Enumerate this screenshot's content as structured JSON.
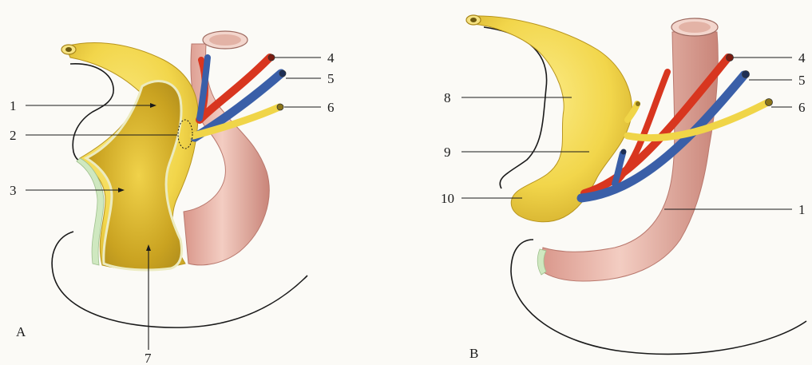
{
  "panels": [
    {
      "id": "A",
      "letter": "A",
      "labels": [
        "1",
        "2",
        "3",
        "7",
        "4",
        "5",
        "6"
      ]
    },
    {
      "id": "B",
      "letter": "B",
      "labels": [
        "8",
        "9",
        "10",
        "4",
        "5",
        "6",
        "1"
      ]
    }
  ],
  "colors": {
    "pancreas": "#f2d64b",
    "pancreas_shade": "#d9b52e",
    "duodenum": "#e8b4a8",
    "duodenum_shade": "#c98f84",
    "artery": "#d8361f",
    "vein": "#3a5fa8",
    "bile_duct": "#f0d548",
    "mucosa_edge": "#cfe8c0"
  }
}
